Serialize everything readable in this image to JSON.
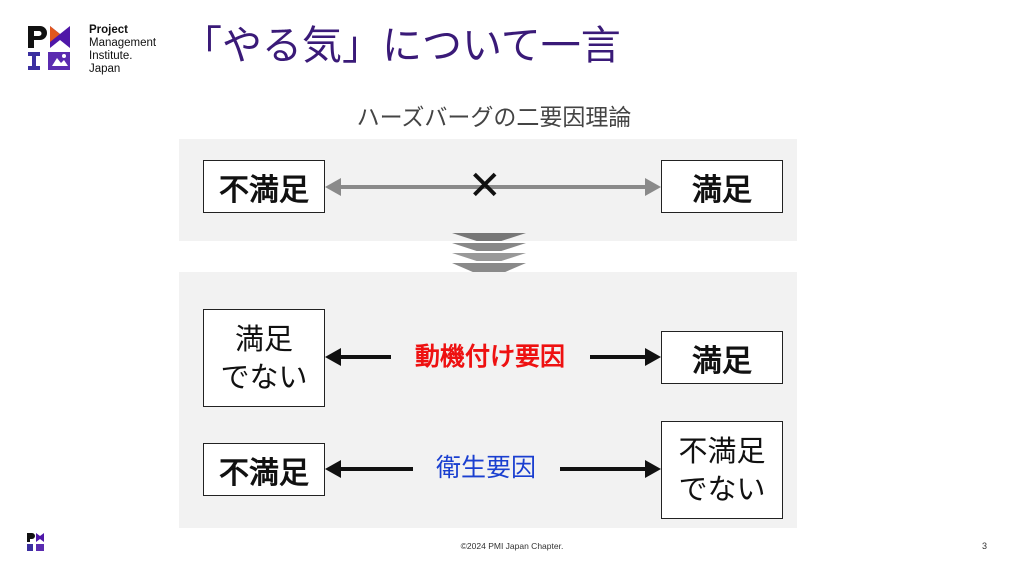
{
  "header": {
    "logo_lines": [
      "Project",
      "Management",
      "Institute.",
      "Japan"
    ],
    "title": "「やる気」について一言"
  },
  "subtitle": "ハーズバーグの二要因理論",
  "top_panel": {
    "left_box": "不満足",
    "right_box": "満足",
    "cross_mark": "✕"
  },
  "bottom_panel": {
    "row1": {
      "left_box_lines": [
        "満足",
        "でない"
      ],
      "label": "動機付け要因",
      "right_box": "満足"
    },
    "row2": {
      "left_box": "不満足",
      "label": "衛生要因",
      "right_box_lines": [
        "不満足",
        "でない"
      ]
    }
  },
  "footer": {
    "copyright": "©2024 PMI Japan Chapter.",
    "page_number": "3"
  },
  "colors": {
    "title": "#3a1a78",
    "motivation_label": "#ee1111",
    "hygiene_label": "#1a3fd0",
    "gray_arrow": "#8a8a8a"
  }
}
